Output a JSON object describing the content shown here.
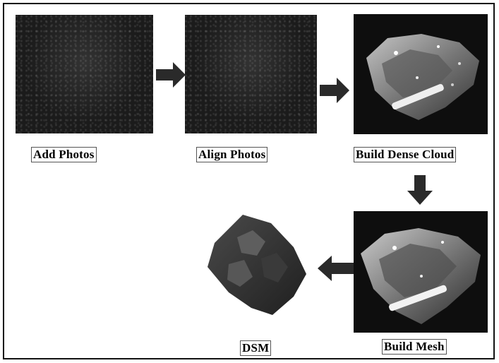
{
  "steps": {
    "add_photos": "Add Photos",
    "align_photos": "Align Photos",
    "build_dense_cloud": "Build Dense Cloud",
    "build_mesh": "Build Mesh",
    "dsm": "DSM"
  },
  "colors": {
    "arrow": "#2a2a2a",
    "photo_dark": "#1b1b1b",
    "cloud_highlight": "#d8d8d8"
  }
}
